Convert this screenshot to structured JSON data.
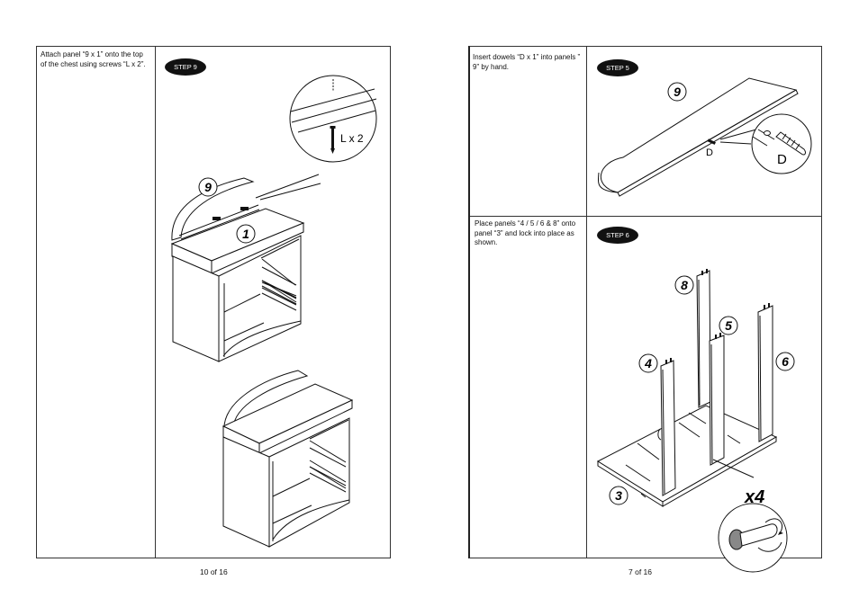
{
  "left_page": {
    "instruction": "Attach panel “9 x 1”  onto the top of the chest using screws “L x 2”.",
    "step_label": "STEP 9",
    "callouts": {
      "top_panel": "9",
      "chest": "1",
      "screws": "L x 2"
    },
    "page_number": "10 of 16"
  },
  "right_page": {
    "step5": {
      "instruction": "Insert dowels “D x 1” into panels ” 9” by hand.",
      "step_label": "STEP 5",
      "callouts": {
        "panel": "9",
        "dowel": "D",
        "dowel_detail": "D"
      }
    },
    "step6": {
      "instruction": "Place panels “4 / 5 / 6 & 8” onto panel “3” and lock into place as shown.",
      "step_label": "STEP 6",
      "callouts": {
        "panel_8": "8",
        "panel_5": "5",
        "panel_4": "4",
        "panel_6": "6",
        "panel_3": "3",
        "count": "x4"
      }
    },
    "page_number": "7 of 16"
  },
  "colors": {
    "ink": "#111111",
    "badge_bg": "#111111",
    "badge_text": "#ffffff",
    "paper": "#ffffff"
  },
  "icons": [
    "screw-icon",
    "dowel-icon",
    "cam-lock-icon"
  ]
}
